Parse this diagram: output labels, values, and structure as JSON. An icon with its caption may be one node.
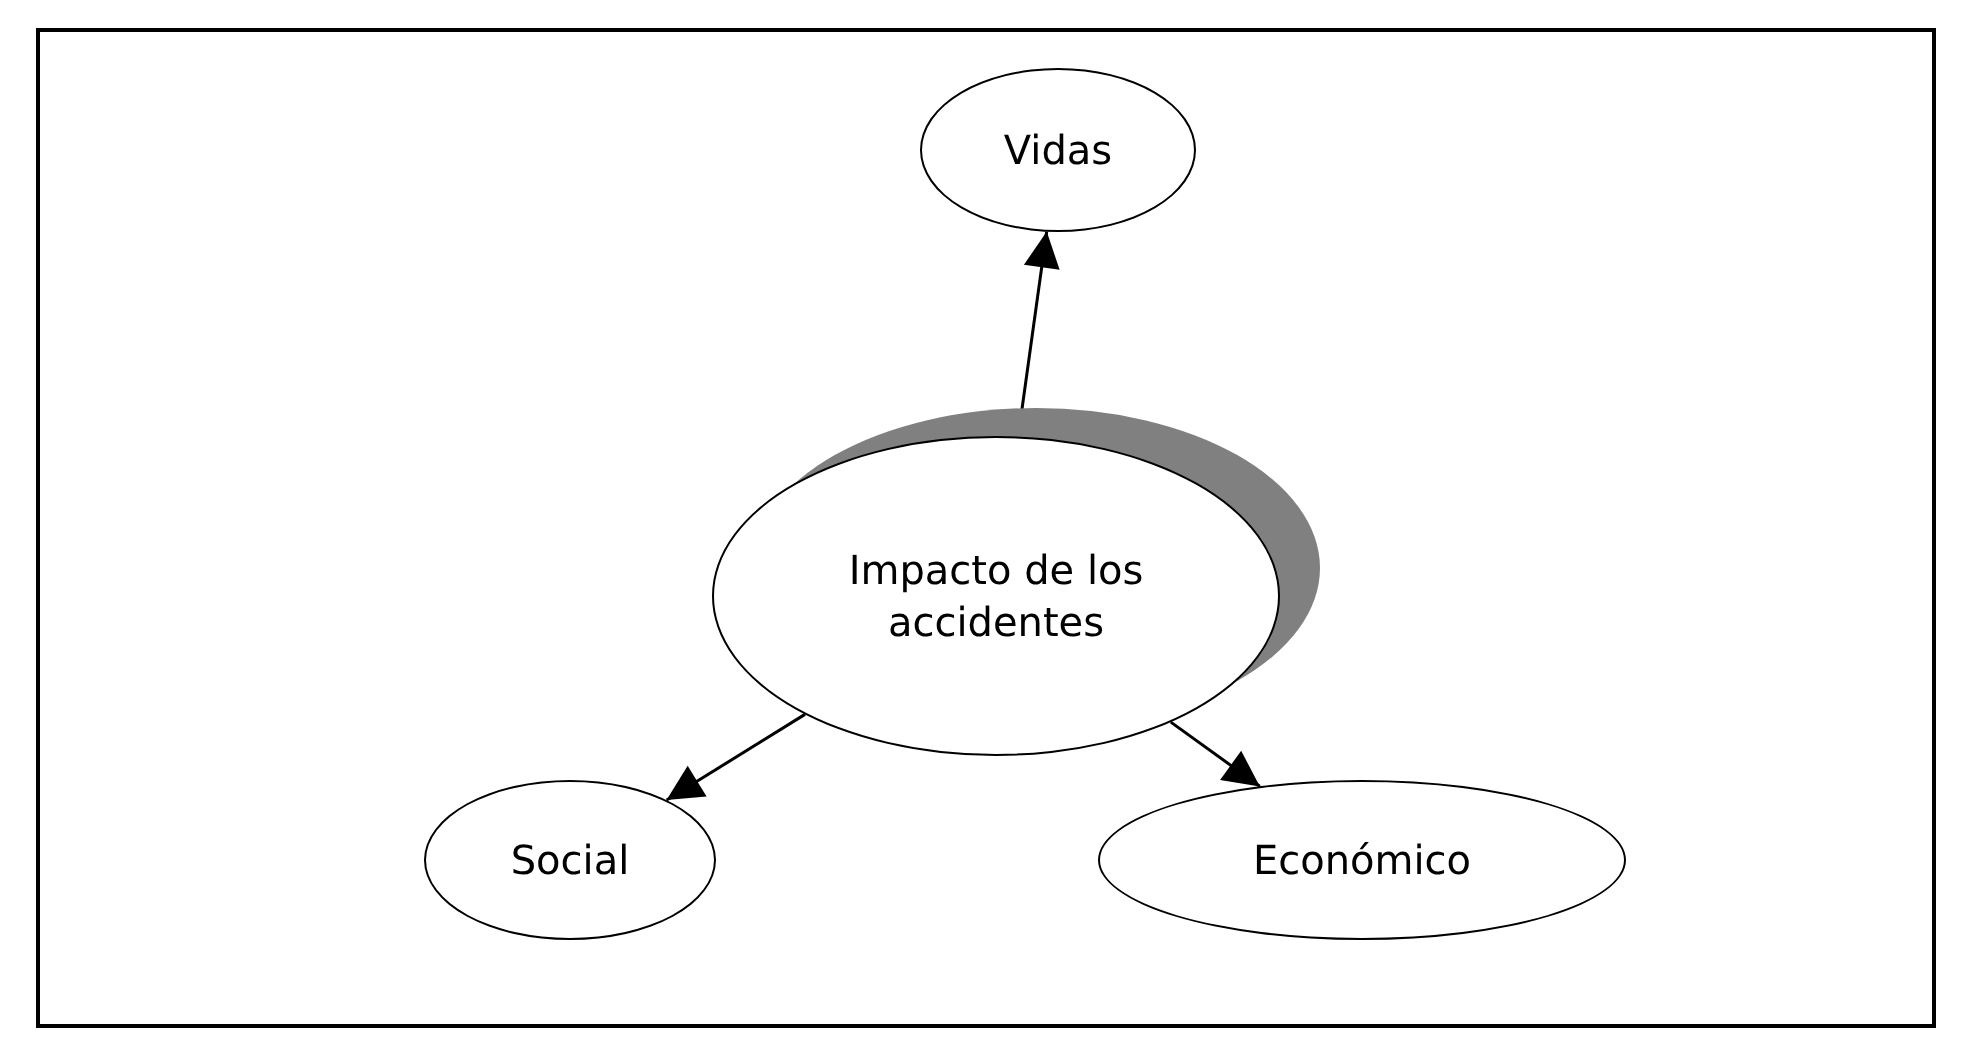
{
  "diagram": {
    "nodes": [
      {
        "text": [
          "Vidas"
        ]
      },
      {
        "text": [
          "Impacto de los accidentes"
        ]
      },
      {
        "text": [
          "Social"
        ]
      },
      {
        "text": [
          "Económico"
        ]
      }
    ],
    "edges": [
      {
        "from": 1,
        "to": 0,
        "arrow": "to"
      },
      {
        "from": 1,
        "to": 2,
        "arrow": "to"
      },
      {
        "from": 1,
        "to": 3,
        "arrow": "to"
      }
    ]
  }
}
